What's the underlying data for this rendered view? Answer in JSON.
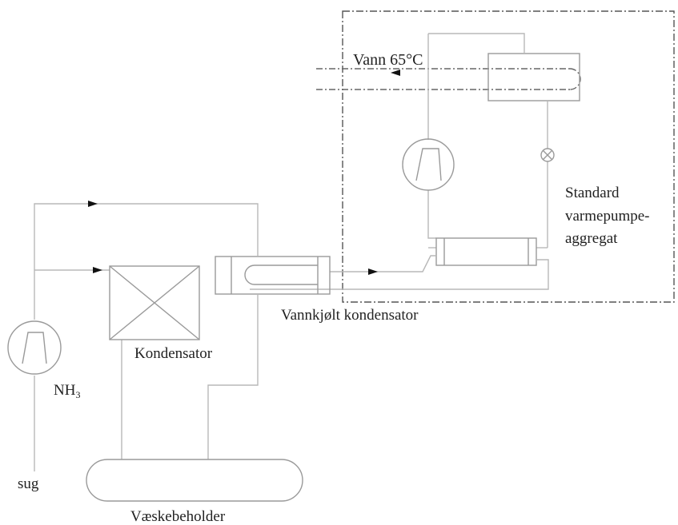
{
  "labels": {
    "vann": "Vann 65°C",
    "standard_line1": "Standard",
    "standard_line2": "varmepumpe-",
    "standard_line3": "aggregat",
    "vannkjolt": "Vannkjølt kondensator",
    "kondensator": "Kondensator",
    "nh3_main": "NH",
    "nh3_sub": "3",
    "sug": "sug",
    "vaskebeholder": "Væskebeholder"
  },
  "colors": {
    "pipe": "#b8b8b8",
    "boundary": "#555555",
    "arrow": "#111111",
    "text": "#222222"
  }
}
